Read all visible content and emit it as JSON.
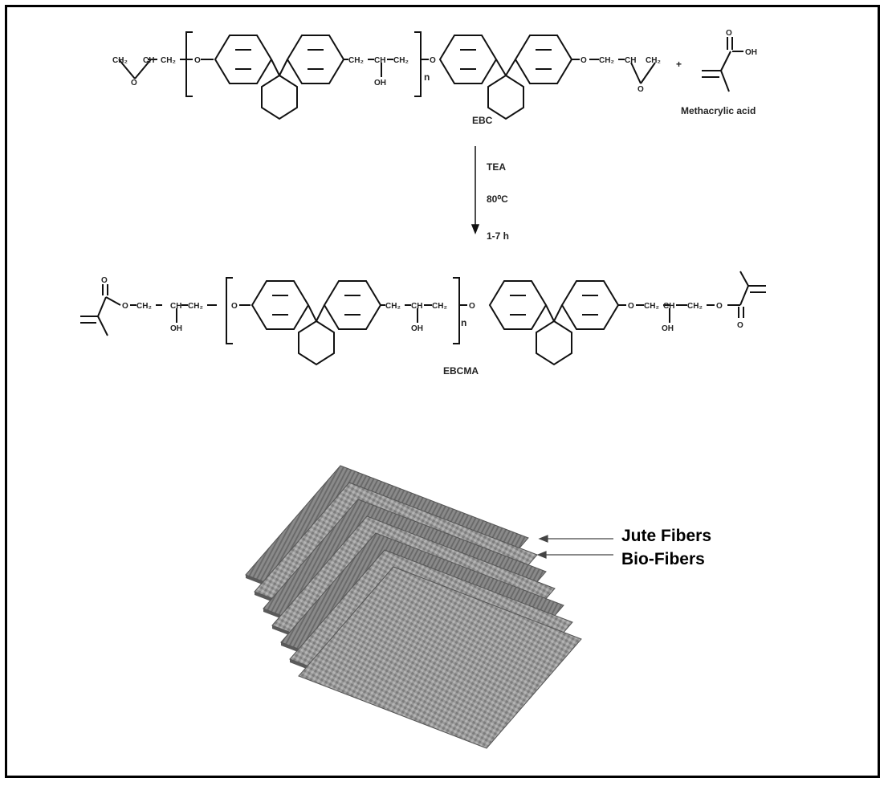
{
  "reactant": {
    "groups": {
      "ch2": "CH₂",
      "ch": "CH",
      "o": "O",
      "oh": "OH",
      "n": "n"
    },
    "label": "EBC"
  },
  "reagent": {
    "plus": "+",
    "acid_o": "O",
    "acid_oh": "OH",
    "label": "Methacrylic acid"
  },
  "conditions": {
    "catalyst": "TEA",
    "temperature": "80⁰C",
    "time": "1-7 h"
  },
  "product": {
    "label": "EBCMA"
  },
  "laminate": {
    "labels": [
      "Jute Fibers",
      "Bio-Fibers"
    ]
  },
  "colors": {
    "line": "#111111",
    "fiber_dark": "#6e6e6e",
    "fiber_light": "#a9a9a9"
  }
}
